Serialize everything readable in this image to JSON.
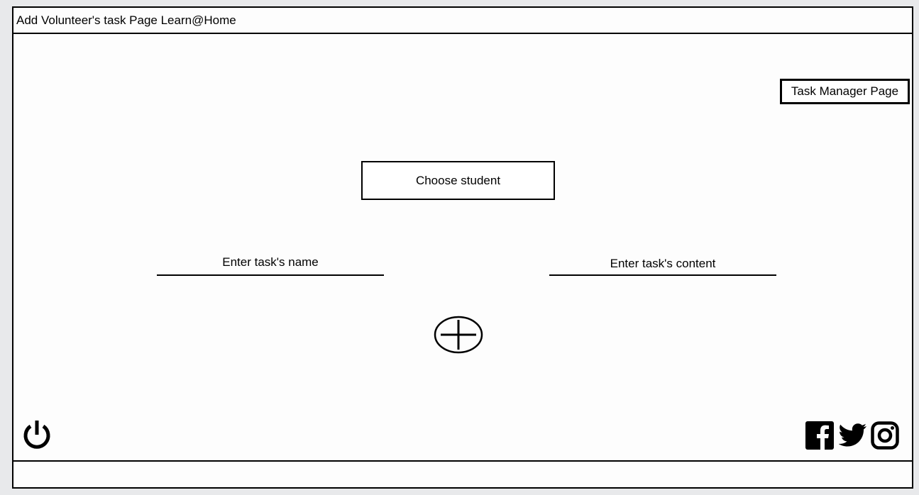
{
  "window": {
    "title": "Add Volunteer's task Page Learn@Home"
  },
  "nav": {
    "task_manager_label": "Task Manager Page"
  },
  "form": {
    "choose_student_label": "Choose student",
    "task_name_placeholder": "Enter task's name",
    "task_content_placeholder": "Enter task's content",
    "add_icon": "plus-circle-icon"
  },
  "footer": {
    "power_icon": "power-icon",
    "social_icons": [
      "facebook-icon",
      "twitter-icon",
      "instagram-icon"
    ]
  },
  "colors": {
    "background": "#e8e9eb",
    "frame": "#fdfdfd",
    "stroke": "#000000"
  }
}
